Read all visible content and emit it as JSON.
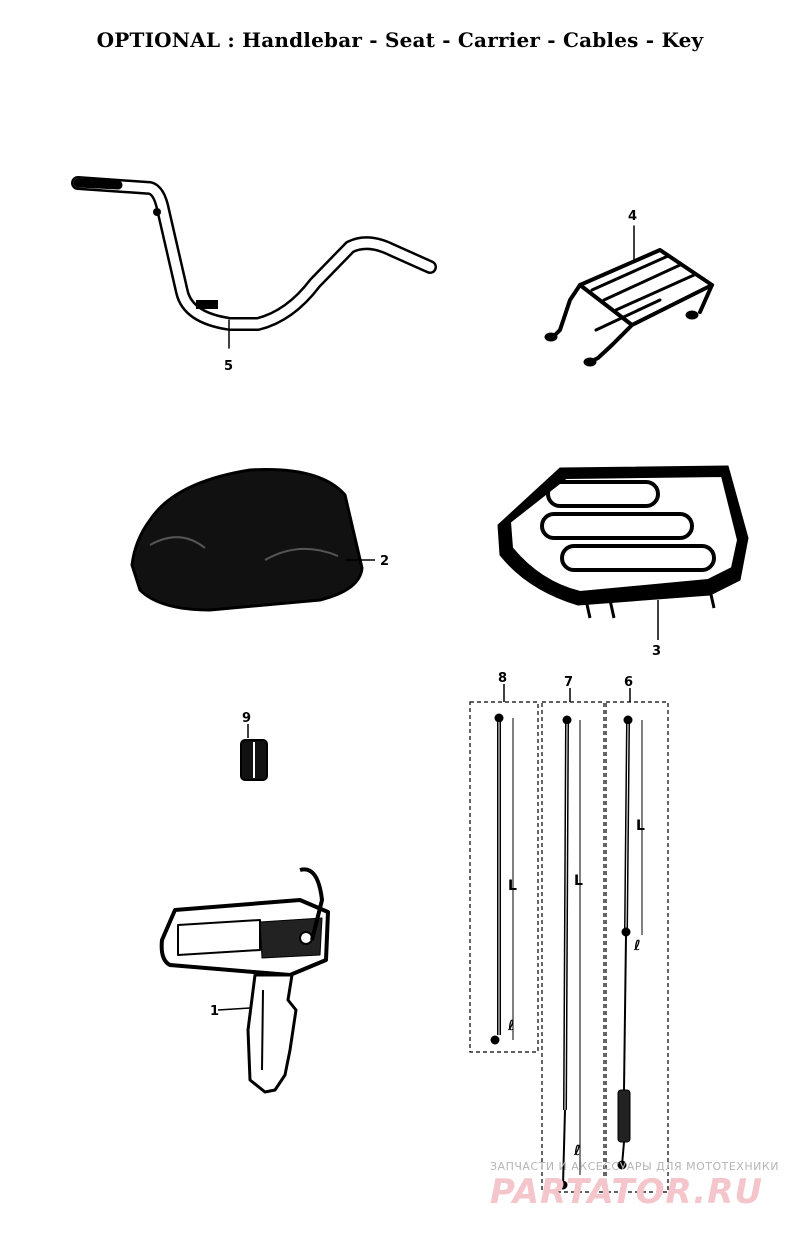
{
  "title": "OPTIONAL : Handlebar - Seat - Carrier - Cables - Key",
  "callouts": {
    "handlebar": "5",
    "seat": "2",
    "rear_carrier": "4",
    "front_carrier": "3",
    "grommet": "9",
    "key": "1",
    "cable_left": "8",
    "cable_middle": "7",
    "cable_right": "6"
  },
  "cable_labels": {
    "length": "L",
    "end": "ℓ"
  },
  "watermark": {
    "top": "ЗАПЧАСТИ И АКСЕССУАРЫ ДЛЯ МОТОТЕХНИКИ",
    "main": "PARTATOR.RU"
  }
}
